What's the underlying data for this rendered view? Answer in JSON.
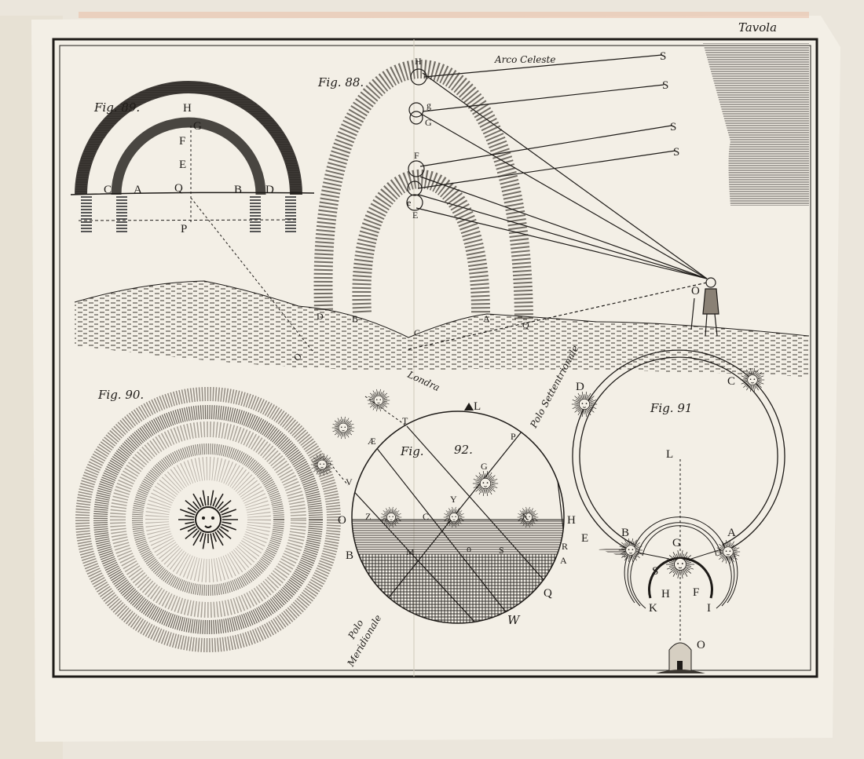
{
  "plate": {
    "title": "Tavola"
  },
  "fig88": {
    "caption": "Fig. 88.",
    "arc_label": "Arco Celeste",
    "labels": [
      "H",
      "g",
      "G",
      "F",
      "e",
      "E",
      "S",
      "S",
      "S",
      "S",
      "D",
      "B",
      "C",
      "A",
      "Q",
      "O",
      "O"
    ]
  },
  "fig89": {
    "caption": "Fig. 89.",
    "labels": [
      "H",
      "G",
      "F",
      "E",
      "C",
      "A",
      "Q",
      "B",
      "D",
      "P"
    ]
  },
  "fig90": {
    "caption": "Fig. 90."
  },
  "fig91": {
    "caption": "Fig. 91",
    "labels": [
      "D",
      "C",
      "L",
      "E",
      "B",
      "G",
      "A",
      "S",
      "H",
      "F",
      "K",
      "I",
      "O"
    ]
  },
  "fig92": {
    "caption": "Fig.",
    "number": "92.",
    "place_label": "Londra",
    "north_pole_label": "Polo Settentrionale",
    "south_pole_label_1": "Polo",
    "south_pole_label_2": "Meridionale",
    "labels": [
      "L",
      "T",
      "Æ",
      "P",
      "G",
      "V",
      "Y",
      "O",
      "Z",
      "C",
      "X",
      "H",
      "R",
      "A",
      "B",
      "M",
      "o",
      "S",
      "Q",
      "W"
    ]
  },
  "colors": {
    "paper": "#f3efe6",
    "ink": "#1e1b18",
    "page_edge": "#e3ddd0"
  }
}
